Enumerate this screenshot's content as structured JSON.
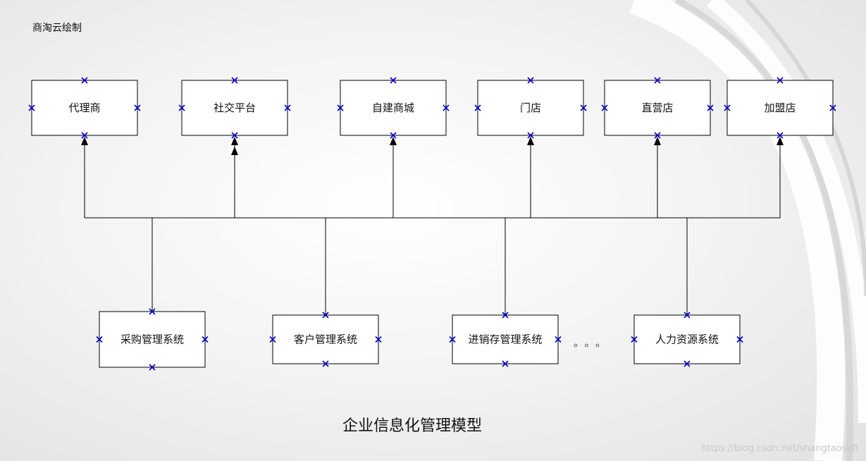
{
  "author_label": "商淘云绘制",
  "title": "企业信息化管理模型",
  "watermark": "https://blog.csdn.net/shangtaosoft",
  "ellipsis": "。。。",
  "top_nodes": [
    "代理商",
    "社交平台",
    "自建商城",
    "门店",
    "直营店",
    "加盟店"
  ],
  "bottom_nodes": [
    "采购管理系统",
    "客户管理系统",
    "进销存管理系统",
    "人力资源系统"
  ],
  "colors": {
    "connector_marker": "#0000cc",
    "line": "#000000",
    "box_fill": "#ffffff"
  }
}
